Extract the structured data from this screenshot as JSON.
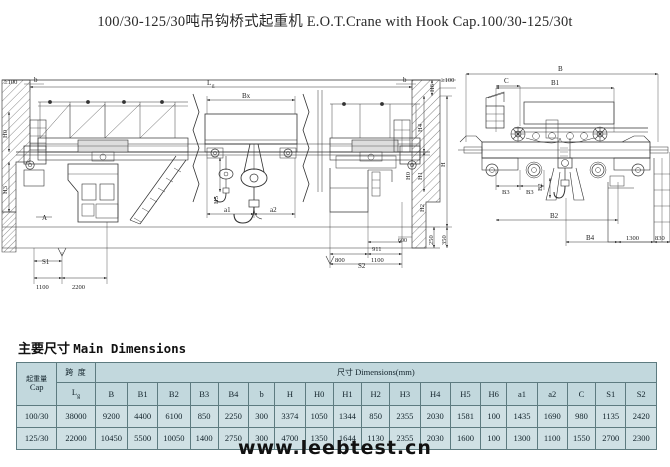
{
  "title": "100/30-125/30吨吊钩桥式起重机  E.O.T.Crane  with  Hook  Cap.100/30-125/30t",
  "section": {
    "heading_cn": "主要尺寸",
    "heading_en": "Main  Dimensions"
  },
  "watermark": "www.leebtest.cn",
  "table": {
    "group_header_cap_cn": "起重量",
    "group_header_cap_en": "Cap",
    "group_header_span_cn": "跨  度",
    "group_header_span_sym": "L",
    "group_header_span_sub": "g",
    "group_header_dims_cn": "尺寸",
    "group_header_dims_en": "Dimensions(mm)",
    "columns": [
      "B",
      "B1",
      "B2",
      "B3",
      "B4",
      "b",
      "H",
      "H0",
      "H1",
      "H2",
      "H3",
      "H4",
      "H5",
      "H6",
      "a1",
      "a2",
      "C",
      "S1",
      "S2"
    ],
    "rows": [
      {
        "cap": "100/30",
        "span": "38000",
        "values": [
          "9200",
          "4400",
          "6100",
          "850",
          "2250",
          "300",
          "3374",
          "1050",
          "1344",
          "850",
          "2355",
          "2030",
          "1581",
          "100",
          "1435",
          "1690",
          "980",
          "1135",
          "2420"
        ]
      },
      {
        "cap": "125/30",
        "span": "22000",
        "values": [
          "10450",
          "5500",
          "10050",
          "1400",
          "2750",
          "300",
          "4700",
          "1350",
          "1644",
          "1130",
          "2355",
          "2030",
          "1600",
          "100",
          "1300",
          "1100",
          "1550",
          "2700",
          "2300"
        ]
      }
    ]
  },
  "drawing": {
    "elevation_labels": {
      "b_left": "b",
      "b_right": "b",
      "Lg": "L",
      "Lg_sub": "g",
      "Bx": "Bx",
      "clearance_top": "≥100",
      "A": "A",
      "H3": "H3",
      "H0_left": "H0",
      "H5": "H5",
      "a1": "a1",
      "a2": "a2",
      "S1": "S1",
      "S2": "S2",
      "d1100": "1100",
      "d2200": "2200",
      "d911": "911",
      "d800": "800",
      "d1100b": "1100",
      "d600": "600",
      "d350": "350",
      "d250": "250",
      "H6": "H6",
      "H4": "H4",
      "H1": "H1",
      "H0_right": "H0",
      "H": "H",
      "H2": "H2",
      "clearance_right": "≥100"
    },
    "section_labels": {
      "B": "B",
      "B1": "B1",
      "C": "C",
      "B3_a": "B3",
      "B3_b": "B3",
      "B2_small": "B2",
      "B2_big": "B2",
      "B4": "B4",
      "d1300": "1300",
      "d830": "830"
    }
  }
}
